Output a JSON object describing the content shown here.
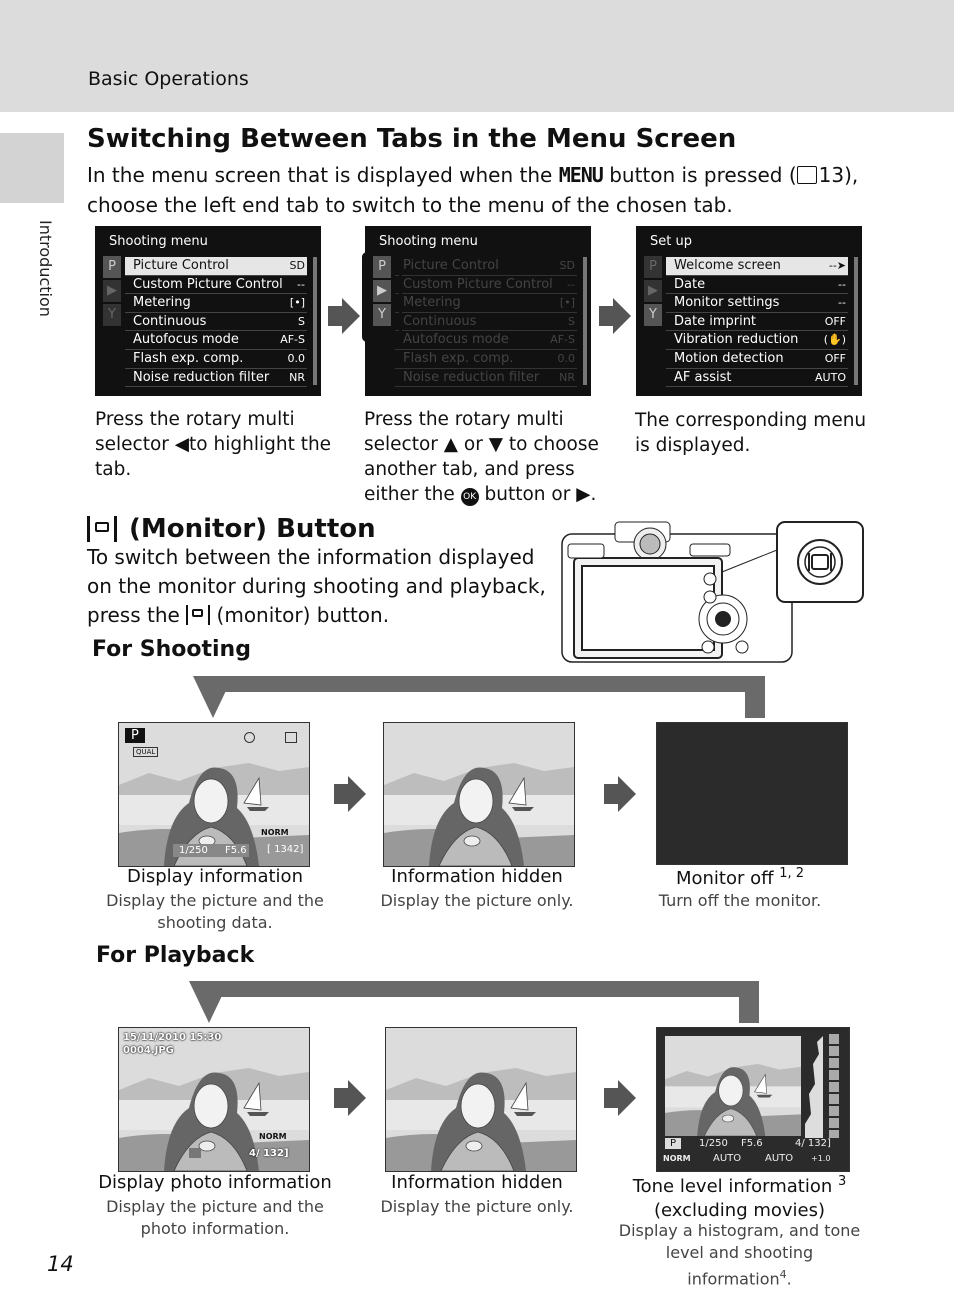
{
  "header": {
    "section": "Basic Operations"
  },
  "side": {
    "tab_label": "Introduction"
  },
  "page_number": "14",
  "tabs_section": {
    "title": "Switching Between Tabs in the Menu Screen",
    "intro_a": "In the menu screen that is displayed when the",
    "menu_button": "MENU",
    "intro_b": "button is pressed (",
    "ref": "13",
    "intro_c": "),",
    "intro_line2": "choose the left end tab to switch to the menu of the chosen tab.",
    "menus": [
      {
        "title": "Shooting menu",
        "tabs": [
          "P",
          "▶",
          "Y"
        ],
        "items": [
          {
            "label": "Picture Control",
            "value": "SD"
          },
          {
            "label": "Custom Picture Control",
            "value": "--"
          },
          {
            "label": "Metering",
            "value": "[•]"
          },
          {
            "label": "Continuous",
            "value": "S"
          },
          {
            "label": "Autofocus mode",
            "value": "AF-S"
          },
          {
            "label": "Flash exp. comp.",
            "value": "0.0"
          },
          {
            "label": "Noise reduction filter",
            "value": "NR"
          }
        ]
      },
      {
        "title": "Shooting menu",
        "tabs": [
          "P",
          "▶",
          "Y"
        ],
        "items": [
          {
            "label": "Picture Control",
            "value": "SD"
          },
          {
            "label": "Custom Picture Control",
            "value": "--"
          },
          {
            "label": "Metering",
            "value": "[•]"
          },
          {
            "label": "Continuous",
            "value": "S"
          },
          {
            "label": "Autofocus mode",
            "value": "AF-S"
          },
          {
            "label": "Flash exp. comp.",
            "value": "0.0"
          },
          {
            "label": "Noise reduction filter",
            "value": "NR"
          }
        ]
      },
      {
        "title": "Set up",
        "tabs": [
          "P",
          "▶",
          "Y"
        ],
        "items": [
          {
            "label": "Welcome screen",
            "value": "--➤"
          },
          {
            "label": "Date",
            "value": "--"
          },
          {
            "label": "Monitor settings",
            "value": "--"
          },
          {
            "label": "Date imprint",
            "value": "OFF"
          },
          {
            "label": "Vibration reduction",
            "value": "(✋)"
          },
          {
            "label": "Motion detection",
            "value": "OFF"
          },
          {
            "label": "AF assist",
            "value": "AUTO"
          }
        ]
      }
    ],
    "captions": [
      {
        "l1": "Press the rotary multi",
        "l2a": "selector",
        "l2b": "to highlight the",
        "l3": "tab."
      },
      {
        "l1": "Press the rotary multi",
        "l2a": "selector",
        "l2b": "or",
        "l2c": "to choose",
        "l3": "another tab, and press",
        "l4a": "either the",
        "l4b": "button or",
        "l4c": "."
      },
      {
        "l1": "The corresponding menu",
        "l2": "is displayed."
      }
    ]
  },
  "monitor_section": {
    "title": "(Monitor) Button",
    "line1": "To switch between the information displayed",
    "line2": "on the monitor during shooting and playback,",
    "line3a": "press the",
    "line3b": "(monitor) button."
  },
  "shooting": {
    "heading": "For Shooting",
    "mode": "P",
    "quality": "QUAL",
    "image_size": "NORM",
    "shutter": "1/250",
    "aperture": "F5.6",
    "frames": "[ 1342]",
    "items": [
      {
        "label": "Display information",
        "desc1": "Display the picture and the",
        "desc2": "shooting data."
      },
      {
        "label": "Information hidden",
        "desc1": "Display the picture only.",
        "desc2": ""
      },
      {
        "label": "Monitor off",
        "sup": "1, 2",
        "desc1": "Turn off the monitor.",
        "desc2": ""
      }
    ]
  },
  "playback": {
    "heading": "For Playback",
    "datetime": "15/11/2010 15:30",
    "filename": "0004.JPG",
    "counter": "4/ 132]",
    "image_size": "NORM",
    "hist_mode": "P",
    "hist_shutter": "1/250",
    "hist_aperture": "F5.6",
    "hist_counter": "4/ 132]",
    "hist_iso": "AUTO",
    "hist_wb": "AUTO",
    "hist_exp": "+1.0",
    "items": [
      {
        "label": "Display photo information",
        "desc1": "Display the picture and the",
        "desc2": "photo information."
      },
      {
        "label": "Information hidden",
        "desc1": "Display the picture only.",
        "desc2": ""
      },
      {
        "label": "Tone level information",
        "sup": "3",
        "label2": "(excluding movies)",
        "desc1": "Display a histogram, and tone",
        "desc2": "level and shooting information",
        "sup2": "4",
        "desc2_end": "."
      }
    ]
  }
}
